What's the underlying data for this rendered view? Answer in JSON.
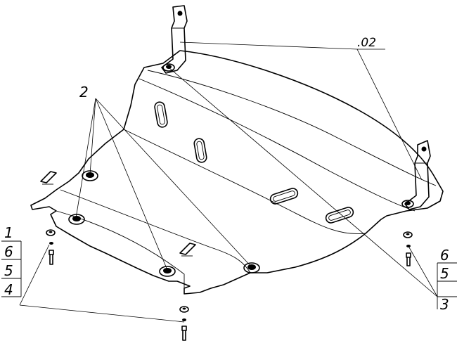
{
  "callouts": {
    "part_02": ".02",
    "part_2": "2",
    "left_stack": [
      "1",
      "6",
      "5",
      "4"
    ],
    "right_stack": [
      "6",
      "5",
      "3"
    ]
  },
  "colors": {
    "ink": "#000000",
    "paper": "#ffffff"
  }
}
